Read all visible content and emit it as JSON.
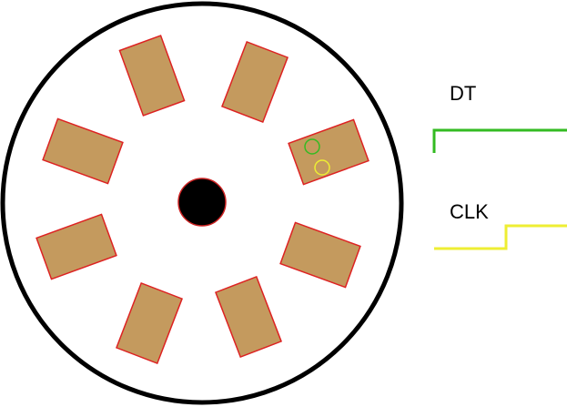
{
  "encoder": {
    "disk_outline_color": "#000000",
    "disk_fill_color": "#ffffff",
    "hub_color": "#000000",
    "hub_outline_color": "#cc2222",
    "slot_count": 8,
    "slot_fill_color": "#c49a5e",
    "slot_outline_color": "#dd2222"
  },
  "sensors": {
    "dt_sensor_color": "#33bb22",
    "clk_sensor_color": "#eeee33"
  },
  "signals": {
    "dt": {
      "label": "DT",
      "color": "#33bb22"
    },
    "clk": {
      "label": "CLK",
      "color": "#eeee33"
    }
  }
}
